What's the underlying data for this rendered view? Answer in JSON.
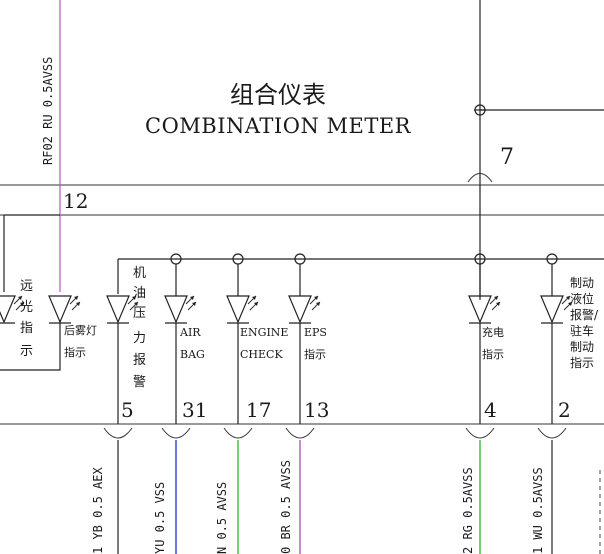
{
  "title": {
    "zh": "组合仪表",
    "en": "COMBINATION METER"
  },
  "top_wire": {
    "code": "RF02 RU 0.5AVSS",
    "color": "#b05bb8"
  },
  "connector_top": "7",
  "connector_left": "12",
  "indicators": [
    {
      "id": "high-beam",
      "label_chars": [
        "远",
        "光",
        "指",
        "示"
      ]
    },
    {
      "id": "rear-fog",
      "label": "后雾灯",
      "label2": "指示"
    },
    {
      "id": "oil-pressure",
      "label_chars": [
        "机",
        "油",
        "压",
        "力",
        "报",
        "警"
      ],
      "pin": "5"
    },
    {
      "id": "airbag",
      "label": "AIR",
      "label2": "BAG",
      "pin": "31"
    },
    {
      "id": "engine-check",
      "label": "ENGINE",
      "label2": "CHECK",
      "pin": "17"
    },
    {
      "id": "eps",
      "label": "EPS",
      "label2": "指示",
      "pin": "13"
    },
    {
      "id": "charge",
      "label": "充电",
      "label2": "指示",
      "pin": "4"
    },
    {
      "id": "brake",
      "label_lines": [
        "制动",
        "液位",
        "报警/",
        "驻车",
        "制动",
        "指示"
      ],
      "pin": "2"
    }
  ],
  "bottom_wires": [
    {
      "code": "1 YB 0.5 AEX",
      "color": "#222222"
    },
    {
      "code": "YU 0.5 VSS",
      "color": "#2a3fcf"
    },
    {
      "code": "N 0.5 AVSS",
      "color": "#3dbb3d"
    },
    {
      "code": "0 BR 0.5 AVSS",
      "color": "#b05bb8"
    },
    {
      "code": "2 RG 0.5AVSS",
      "color": "#3dbb3d"
    },
    {
      "code": "1 WU 0.5AVSS",
      "color": "#222222"
    }
  ]
}
